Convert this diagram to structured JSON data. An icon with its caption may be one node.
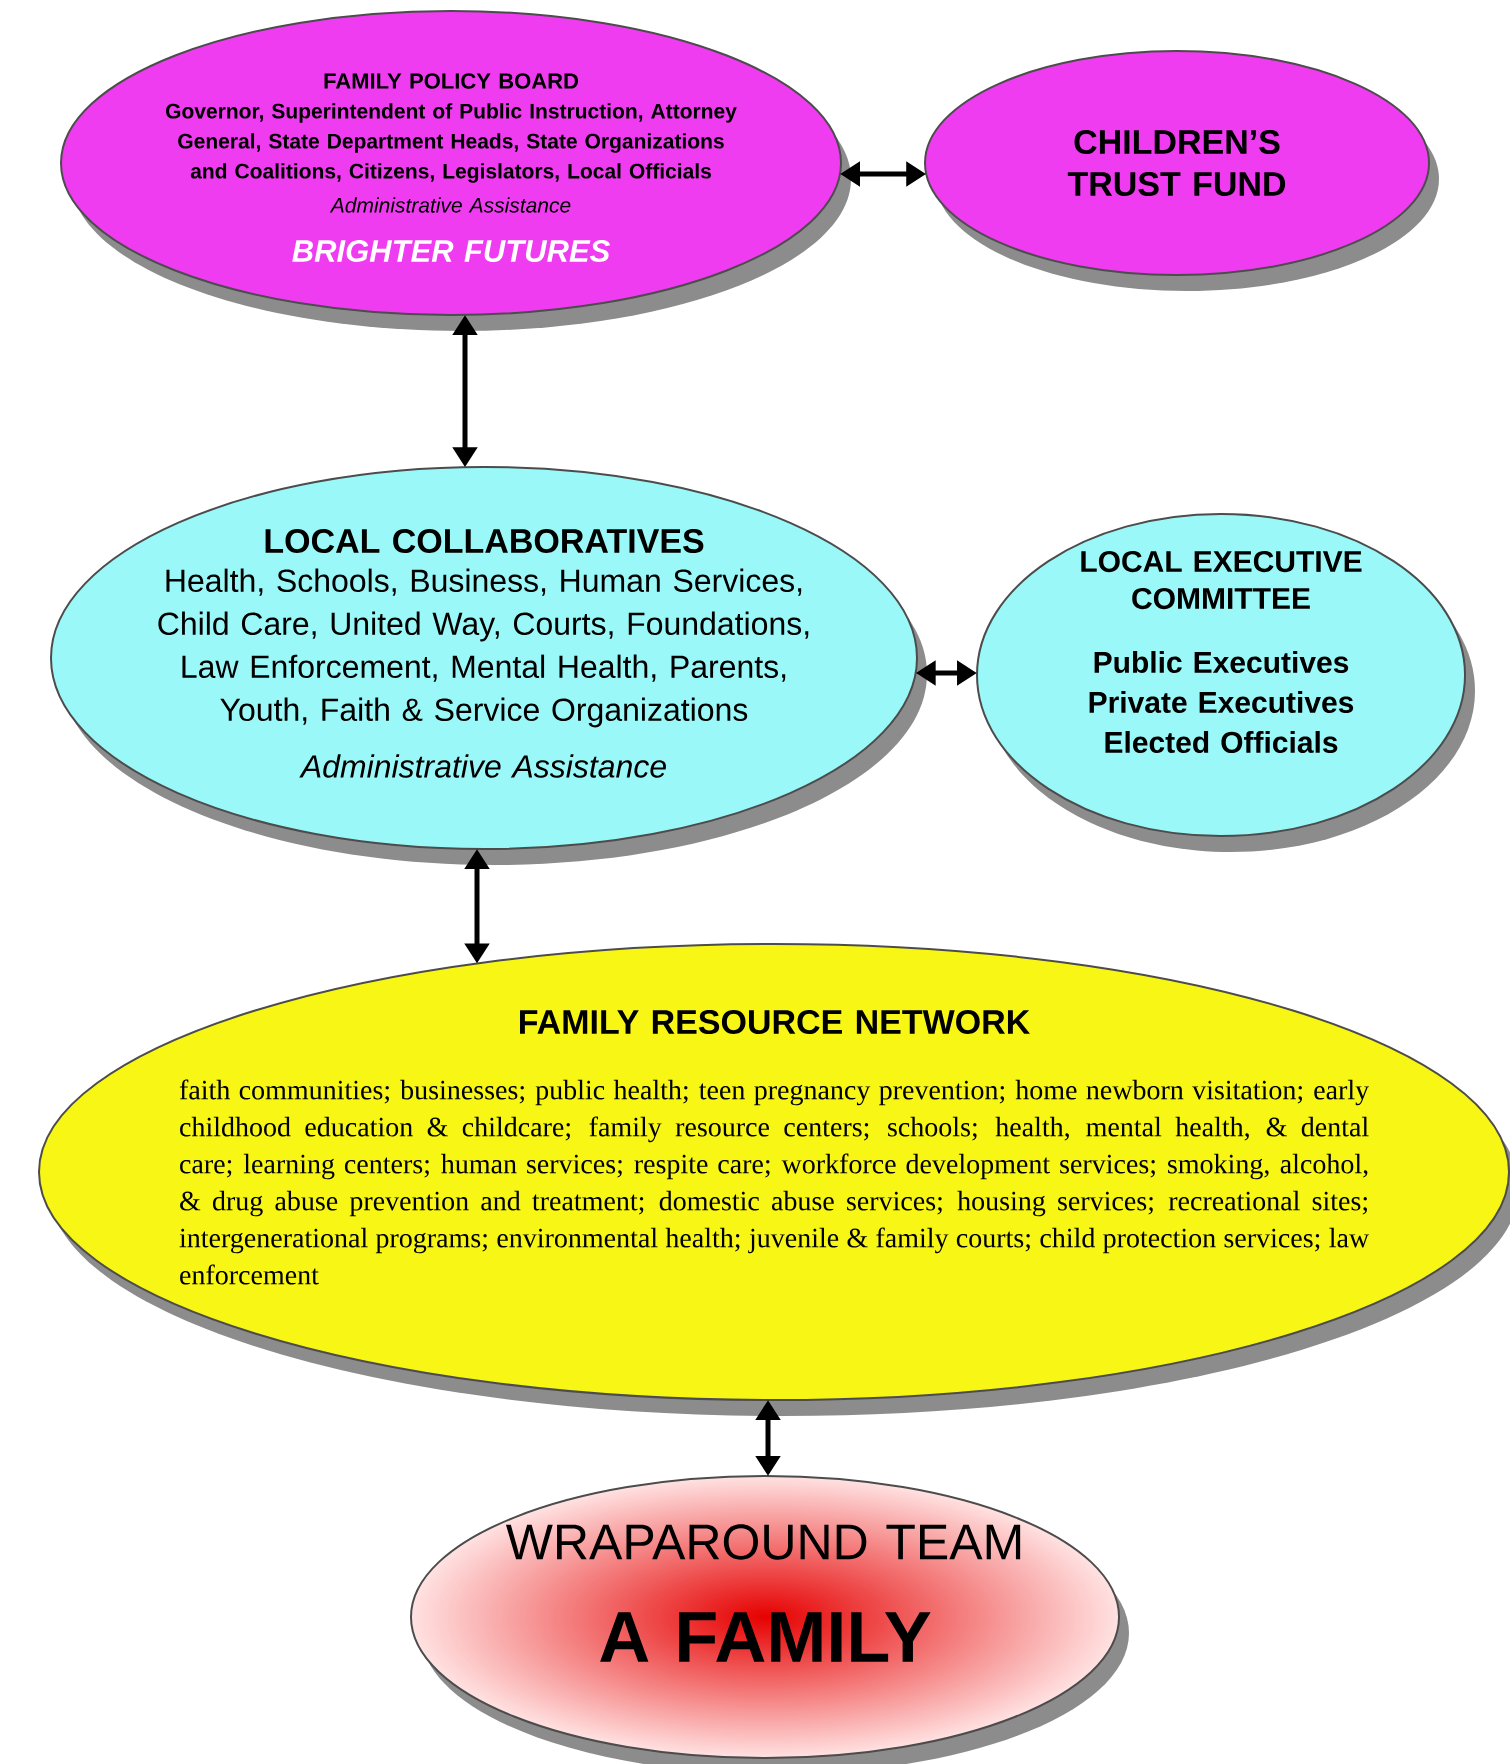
{
  "diagram": {
    "nodes": [
      {
        "text": [
          "FAMILY POLICY BOARD",
          "Governor, Superintendent of Public Instruction, Attorney General, State Department Heads, State Organizations and Coalitions, Citizens, Legislators, Local Officials",
          "Administrative Assistance",
          "BRIGHTER FUTURES"
        ]
      },
      {
        "text": [
          "CHILDREN’S TRUST FUND"
        ]
      },
      {
        "text": [
          "LOCAL COLLABORATIVES",
          "Health, Schools, Business, Human Services, Child Care, United Way, Courts, Foundations, Law Enforcement, Mental Health, Parents, Youth, Faith & Service Organizations",
          "Administrative Assistance"
        ]
      },
      {
        "text": [
          "LOCAL EXECUTIVE COMMITTEE",
          "Public Executives",
          "Private Executives",
          "Elected Officials"
        ]
      },
      {
        "text": [
          "FAMILY RESOURCE NETWORK",
          "faith communities; businesses; public health; teen pregnancy prevention; home newborn visitation; early childhood education & childcare; family resource centers; schools; health, mental health, & dental care; learning centers; human services; respite care; workforce development services; smoking, alcohol, & drug abuse prevention and treatment; domestic abuse services; housing services; recreational sites; intergenerational programs; environmental health; juvenile & family courts; child protection services; law enforcement"
        ]
      },
      {
        "text": [
          "WRAPAROUND TEAM",
          "A FAMILY"
        ]
      }
    ],
    "edges": [
      {
        "from": 0,
        "to": 1,
        "arrow": "both"
      },
      {
        "from": 0,
        "to": 2,
        "arrow": "both"
      },
      {
        "from": 2,
        "to": 3,
        "arrow": "both"
      },
      {
        "from": 2,
        "to": 4,
        "arrow": "both"
      },
      {
        "from": 4,
        "to": 5,
        "arrow": "both"
      }
    ]
  }
}
